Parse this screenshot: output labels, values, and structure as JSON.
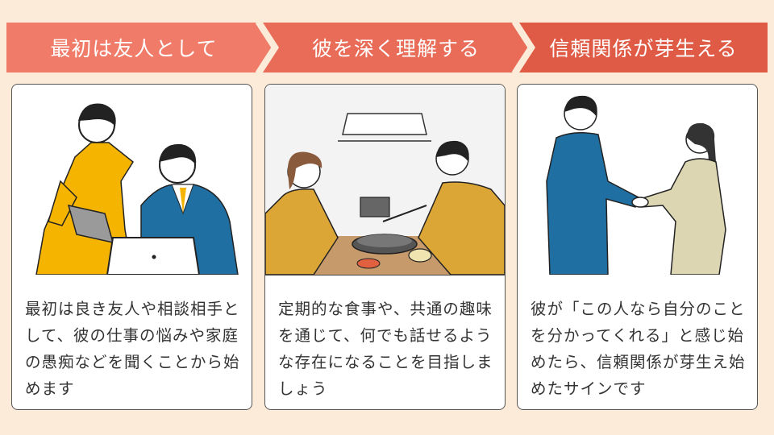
{
  "steps": [
    {
      "label": "最初は友人として"
    },
    {
      "label": "彼を深く理解する"
    },
    {
      "label": "信頼関係が芽生える"
    }
  ],
  "cards": [
    {
      "text": "最初は良き友人や相談相手として、彼の仕事の悩みや家庭の愚痴などを聞くことから始めます",
      "illustration": "woman-and-man-office-illustration"
    },
    {
      "text": "定期的な食事や、共通の趣味を通じて、何でも話せるような存在になることを目指しましょう",
      "illustration": "yakiniku-dinner-illustration"
    },
    {
      "text": "彼が「この人なら自分のことを分かってくれる」と感じ始めたら、信頼関係が芽生え始めたサインです",
      "illustration": "handshake-illustration"
    }
  ],
  "colors": {
    "background": "#fdebd9",
    "step1": "#f07b68",
    "step2": "#e96c58",
    "step3": "#df5b46",
    "yellow": "#f5b400",
    "blue": "#1f6fa3",
    "mustard": "#dca637",
    "khaki": "#dcd6b3"
  }
}
